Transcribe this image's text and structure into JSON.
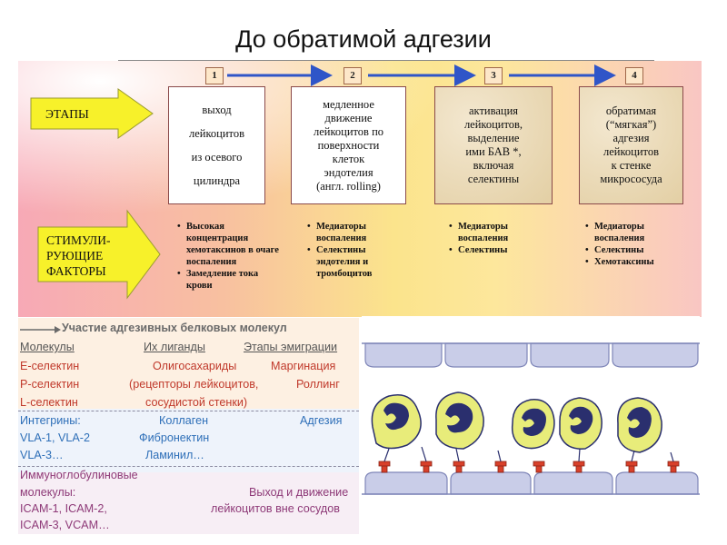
{
  "title": "До обратимой адгезии",
  "stages_label": "ЭТАПЫ",
  "factors_label": [
    "СТИМУЛИ-",
    "РУЮЩИЕ",
    "ФАКТОРЫ"
  ],
  "stages": [
    {
      "number": "1",
      "lines": [
        "выход",
        "лейкоцитов",
        "из осевого",
        "цилиндра"
      ]
    },
    {
      "number": "2",
      "lines": [
        "медленное",
        "движение",
        "лейкоцитов по",
        "поверхности",
        "клеток",
        "эндотелия",
        "(англ.   rolling)"
      ]
    },
    {
      "number": "3",
      "lines": [
        "активация",
        "лейкоцитов,",
        "выделение",
        "ими БАВ *,",
        "включая",
        "селектины"
      ]
    },
    {
      "number": "4",
      "lines": [
        "обратимая",
        "(“мягкая”)",
        "адгезия",
        "лейкоцитов",
        "к стенке",
        "микрососуда"
      ]
    }
  ],
  "factors": [
    [
      "Высокая концентрация хемотаксинов в очаге воспаления",
      "Замедление тока крови"
    ],
    [
      "Медиаторы воспаления",
      "Селектины эндотелия и тромбоцитов"
    ],
    [
      "Медиаторы воспаления",
      "Селектины"
    ],
    [
      "Медиаторы воспаления",
      "Селектины",
      "Хемотаксины"
    ]
  ],
  "textbook": {
    "heading": "Участие адгезивных белковых молекул",
    "col_headers": [
      "Молекулы",
      "Их лиганды",
      "Этапы эмиграции"
    ],
    "selectins": [
      "E-селектин",
      "P-селектин",
      "L-селектин"
    ],
    "selectin_ligands": [
      "Олигосахариды",
      "(рецепторы лейкоцитов,",
      "сосудистой стенки)"
    ],
    "selectin_stages": [
      "Маргинация",
      "Роллинг"
    ],
    "integrins": [
      "Интегрины:",
      "VLA-1, VLA-2",
      "VLA-3…"
    ],
    "integrin_ligands": [
      "Коллаген",
      "Фибронектин",
      "Ламинил…"
    ],
    "integrin_stage": "Адгезия",
    "immuno": [
      "Иммуноглобулиновые",
      "молекулы:",
      "ICAM-1, ICAM-2,",
      "ICAM-3, VCAM…"
    ],
    "immuno_stage": [
      "Выход и движение",
      "лейкоцитов вне сосудов"
    ]
  },
  "colors": {
    "arrow_yellow": "#f7f12a",
    "arrow_blue": "#2f55c8",
    "selectin_red": "#c0392b",
    "integrin_blue": "#2e6fb8",
    "immuno_purple": "#8e3a78",
    "cell_yellow": "#e8ec7a",
    "nucleus_navy": "#2a2f6e",
    "endothelium": "#c9cde8",
    "receptor_red": "#d8402a"
  }
}
